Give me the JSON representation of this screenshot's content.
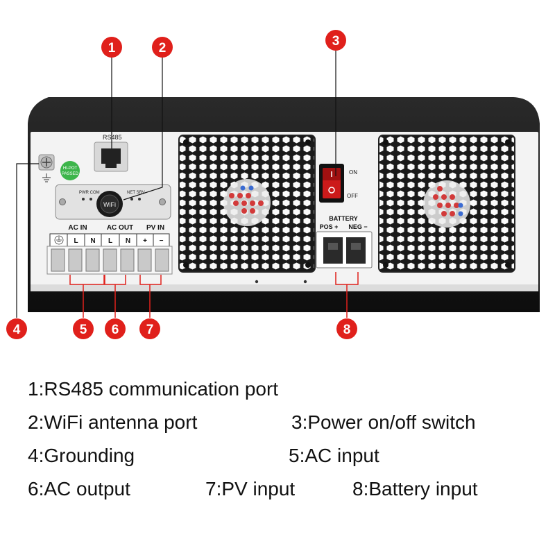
{
  "panel_labels": {
    "rs485": "RS485",
    "wifi": "WiFi",
    "pwr_com": "PWR COM",
    "net_srv": "NET SRV",
    "hipot": "HI-POT",
    "passed": "PASSED",
    "ac_in": "AC IN",
    "ac_out": "AC OUT",
    "pv_in": "PV IN",
    "term_l": "L",
    "term_n": "N",
    "term_plus": "+",
    "term_minus": "−",
    "on": "ON",
    "off": "OFF",
    "battery": "BATTERY",
    "pos": "POS +",
    "neg": "NEG −"
  },
  "callouts": [
    {
      "number": "1"
    },
    {
      "number": "2"
    },
    {
      "number": "3"
    },
    {
      "number": "4"
    },
    {
      "number": "5"
    },
    {
      "number": "6"
    },
    {
      "number": "7"
    },
    {
      "number": "8"
    }
  ],
  "legend": [
    "1:RS485 communication port",
    "2:WiFi antenna port",
    "3:Power on/off switch",
    "4:Grounding",
    "5:AC input",
    "6:AC output",
    "7:PV input",
    "8:Battery input"
  ],
  "colors": {
    "callout_red": "#e0201b",
    "housing_black": "#151515",
    "panel_white": "#f4f4f4",
    "fan_grille": "#1a1a1a",
    "hipot_green": "#3cb54a"
  }
}
